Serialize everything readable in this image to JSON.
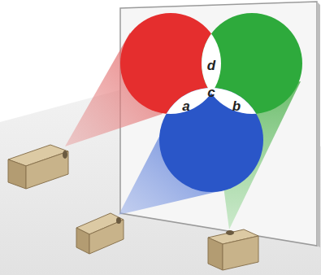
{
  "diagram": {
    "labels": [
      "d",
      "a",
      "c",
      "b"
    ]
  }
}
